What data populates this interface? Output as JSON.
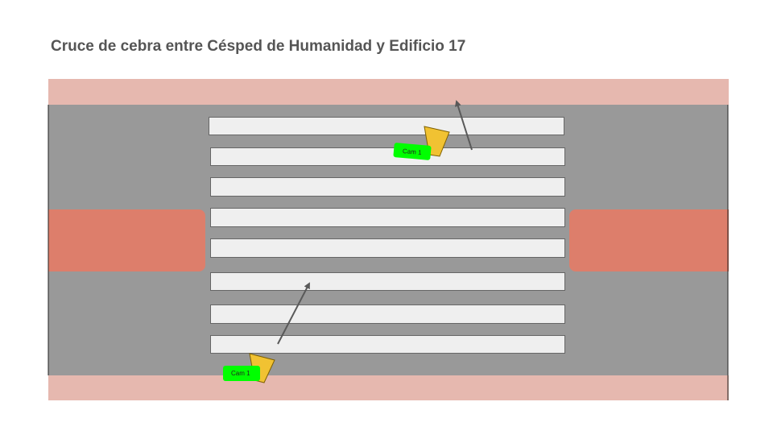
{
  "title": "Cruce de cebra entre Césped de Humanidad y Edificio 17",
  "cameras": [
    {
      "label": "Cam 1",
      "position": "top"
    },
    {
      "label": "Cam 1",
      "position": "bottom"
    }
  ],
  "colors": {
    "road": "#999999",
    "sidewalk": "#e6b8af",
    "lawn": "#dd7e6b",
    "stripe": "#efefef",
    "camera": "#f1c232",
    "label": "#00ff00",
    "arrow": "#595959"
  }
}
